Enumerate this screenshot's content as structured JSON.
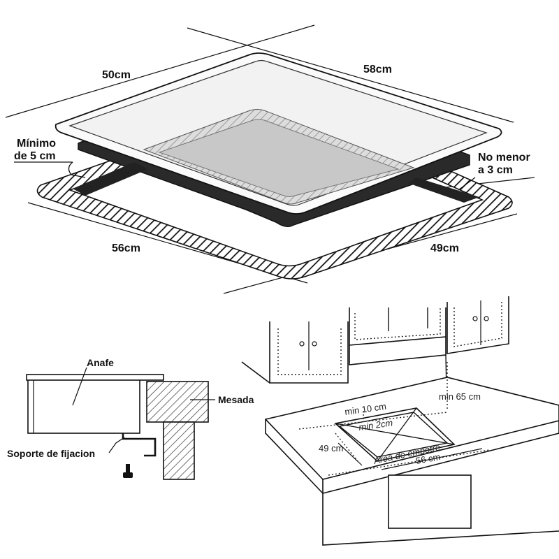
{
  "top_diagram": {
    "depth_top": "50cm",
    "width_top": "58cm",
    "min_side_label_line1": "Mínimo",
    "min_side_label_line2": "de 5 cm",
    "min_right_label_line1": "No menor",
    "min_right_label_line2": "a 3 cm",
    "width_cutout": "56cm",
    "depth_cutout": "49cm"
  },
  "section_diagram": {
    "hob_label": "Anafe",
    "counter_label": "Mesada",
    "bracket_label": "Soporte de fijacion"
  },
  "kitchen_diagram": {
    "min_back": "min 10 cm",
    "min_cabinet": "min 65 cm",
    "min_front": "min 2cm",
    "depth": "49 cm",
    "area_label": "Area de empotre",
    "width": "56 cm"
  }
}
